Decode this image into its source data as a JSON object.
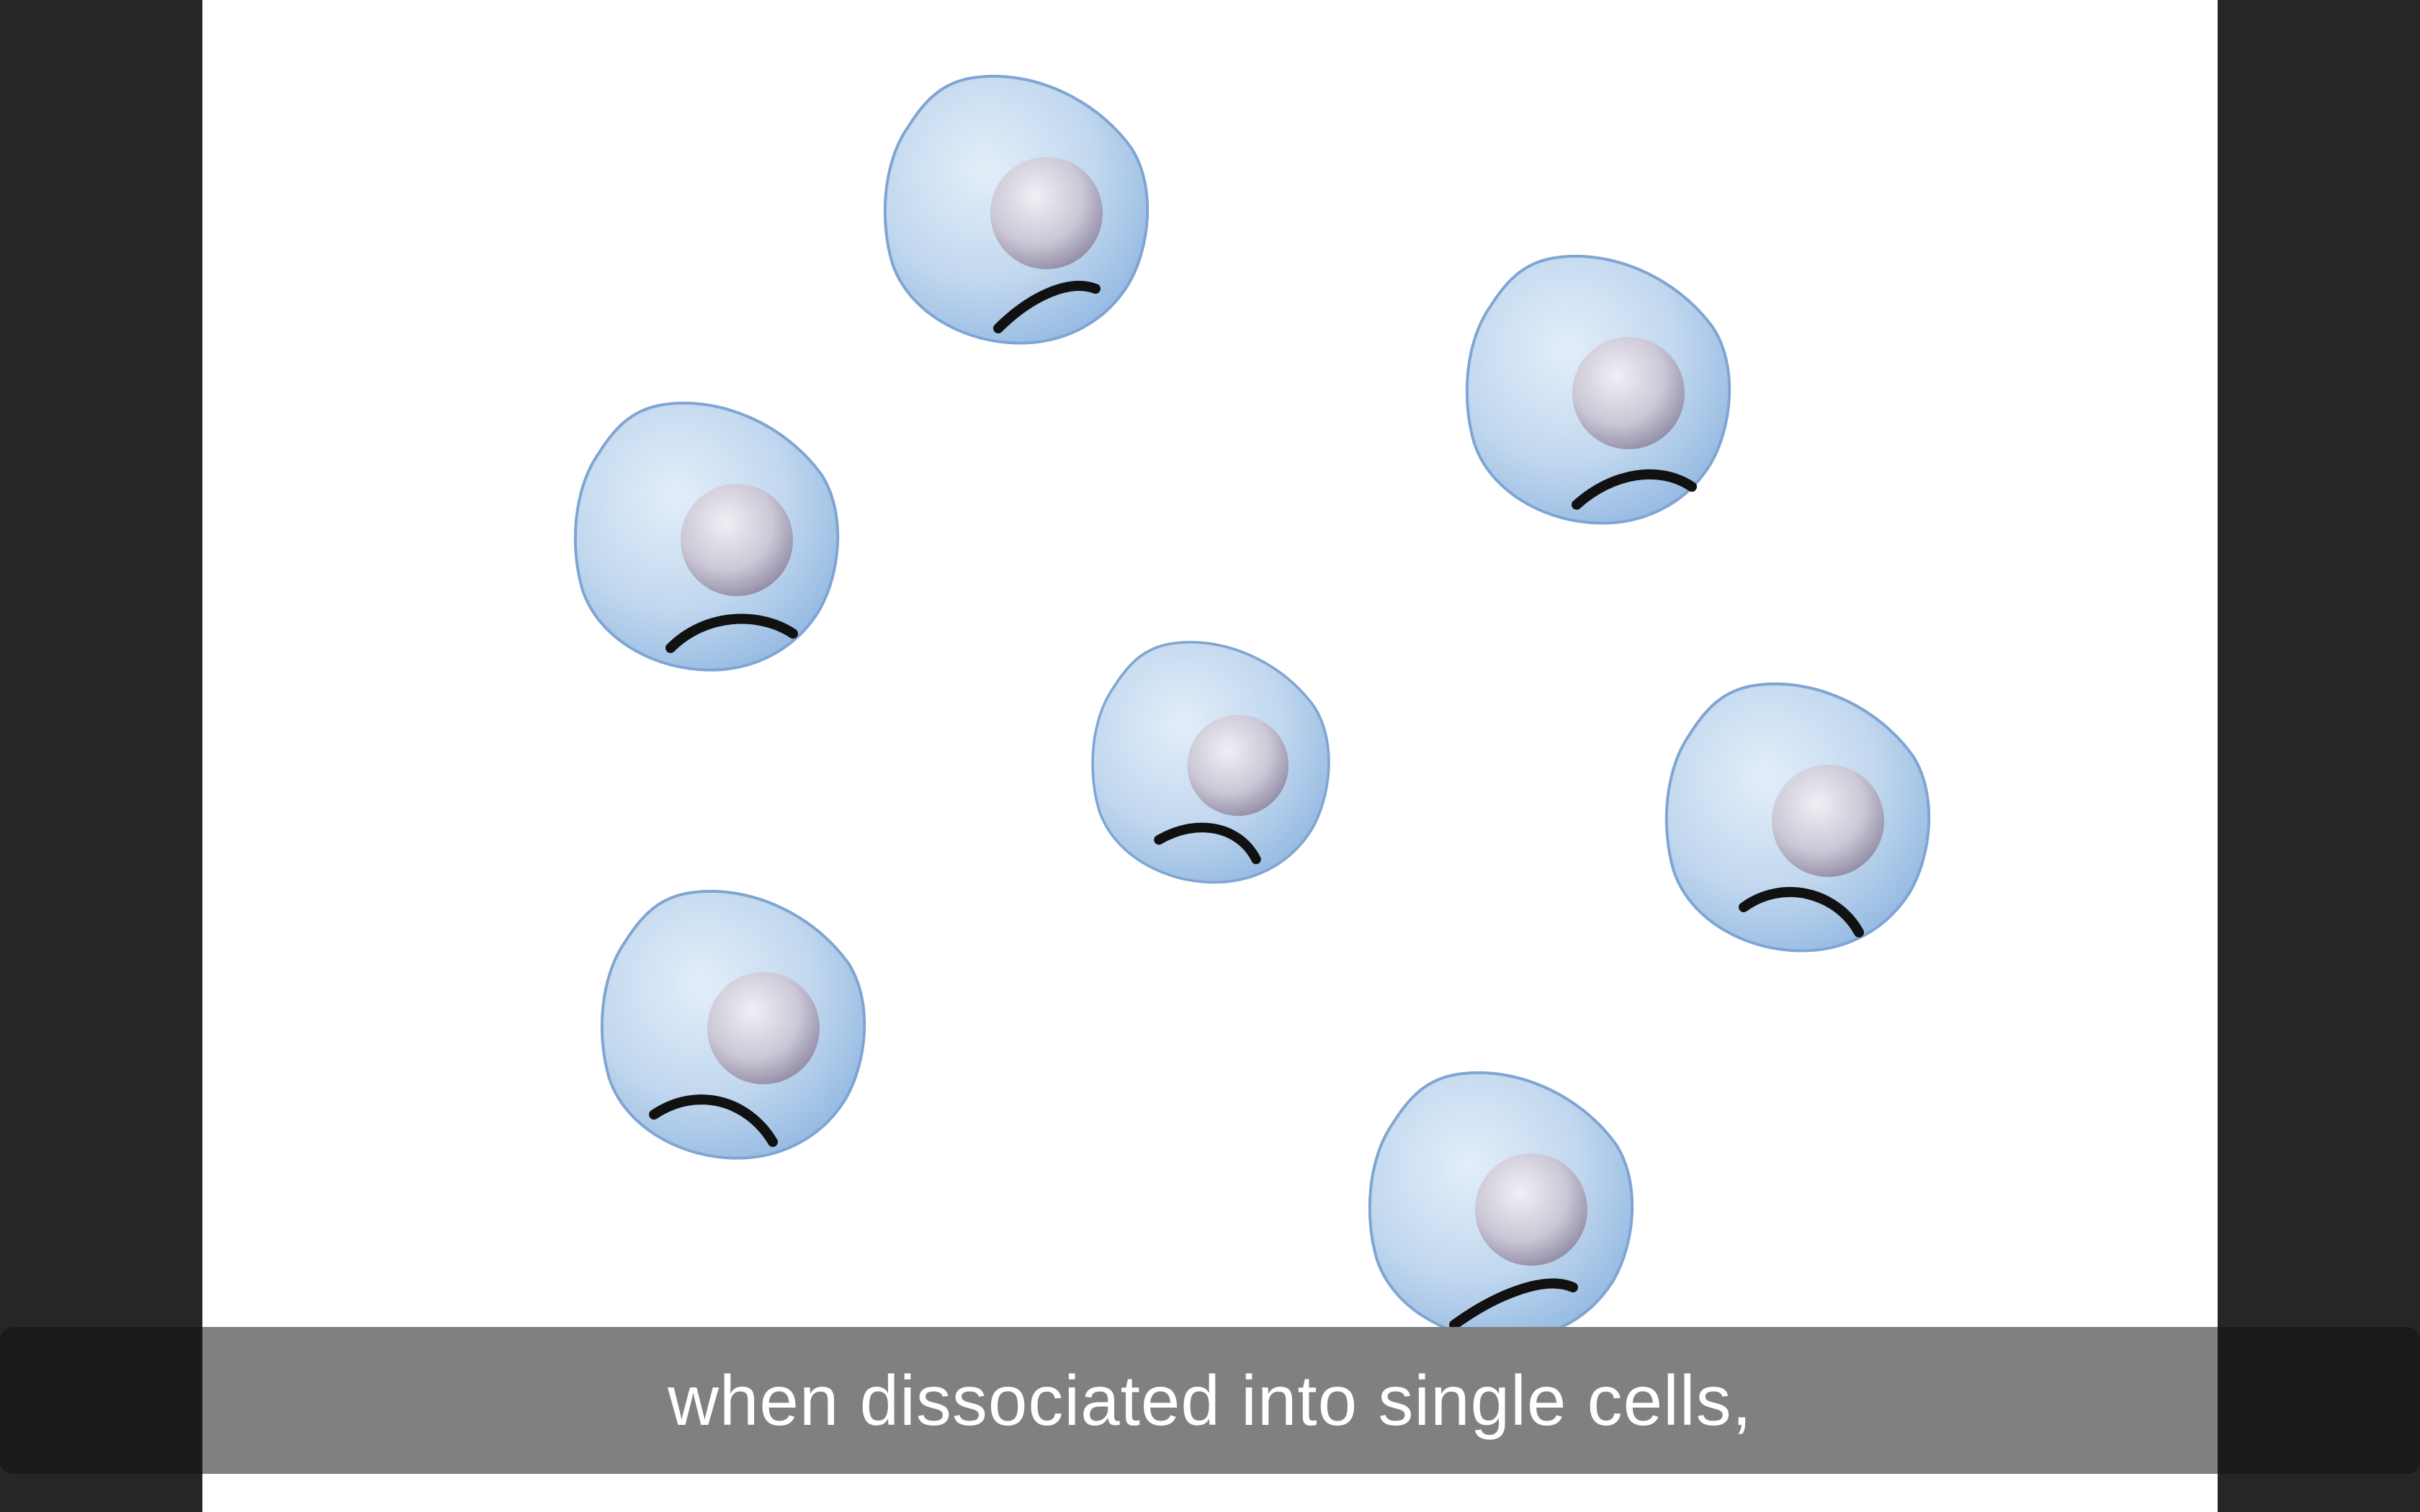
{
  "caption": {
    "text": "when dissociated into single cells,"
  },
  "colors": {
    "letterbox": "#262626",
    "frame": "#ffffff",
    "cell_fill": "#c2d8ef",
    "cell_edge": "#6f9ccf",
    "nucleus": "#c9c6d3",
    "frown": "#111111",
    "caption_bg": "#808080",
    "caption_text": "#ffffff"
  },
  "scene": {
    "cell_count": 7,
    "expression": "frowning"
  }
}
